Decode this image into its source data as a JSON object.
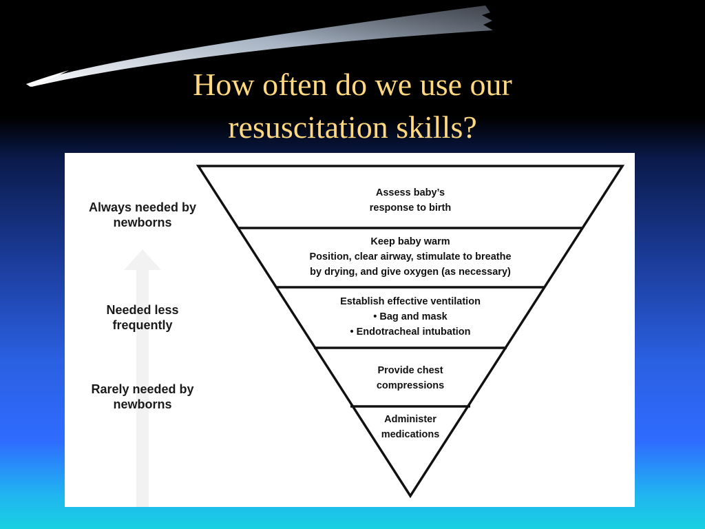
{
  "slide": {
    "title_lines": [
      "How often do we use our",
      "resuscitation skills?"
    ]
  },
  "side_labels": {
    "always": [
      "Always needed by",
      "newborns"
    ],
    "less": [
      "Needed less",
      "frequently"
    ],
    "rarely": [
      "Rarely needed by",
      "newborns"
    ]
  },
  "levels": [
    {
      "lines": [
        "Assess baby’s",
        "response to birth"
      ]
    },
    {
      "lines": [
        "Keep baby warm",
        "Position, clear airway, stimulate to breathe",
        "by drying, and give oxygen (as necessary)"
      ]
    },
    {
      "lines": [
        "Establish effective ventilation",
        "• Bag and mask",
        "• Endotracheal intubation"
      ]
    },
    {
      "lines": [
        "Provide chest",
        "compressions"
      ]
    },
    {
      "lines": [
        "Administer",
        "medications"
      ]
    }
  ],
  "colors": {
    "title": "#ffd880",
    "figure_background": "#ffffff",
    "outline": "#111111"
  }
}
